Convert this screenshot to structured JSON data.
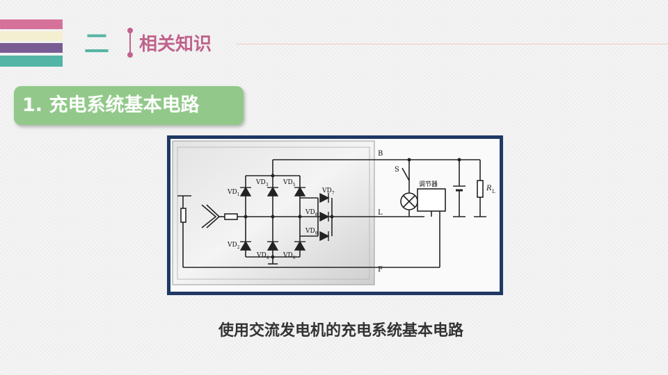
{
  "header": {
    "section_number": "二",
    "section_title": "相关知识"
  },
  "subtitle": "1. 充电系统基本电路",
  "figure": {
    "caption": "使用交流发电机的充电系统基本电路",
    "labels": {
      "B": "B",
      "L": "L",
      "F": "F",
      "S": "S",
      "regulator": "调节器",
      "RL": "R",
      "RL_sub": "L",
      "VD1": "1",
      "VD2": "2",
      "VD3": "3",
      "VD4": "4",
      "VD5": "5",
      "VD6": "6",
      "VD7": "7",
      "VD8": "8",
      "VD9": "9",
      "VD_prefix": "VD"
    }
  },
  "colors": {
    "pink": "#d6729a",
    "cream": "#f5efd2",
    "purple": "#7a5c94",
    "teal": "#52b5a5",
    "title": "#c0628b",
    "section_num": "#55b5a3",
    "subtitle_bg": "#92c98a",
    "frame": "#1f3864",
    "line": "#f0c8b8",
    "caption": "#333333"
  }
}
